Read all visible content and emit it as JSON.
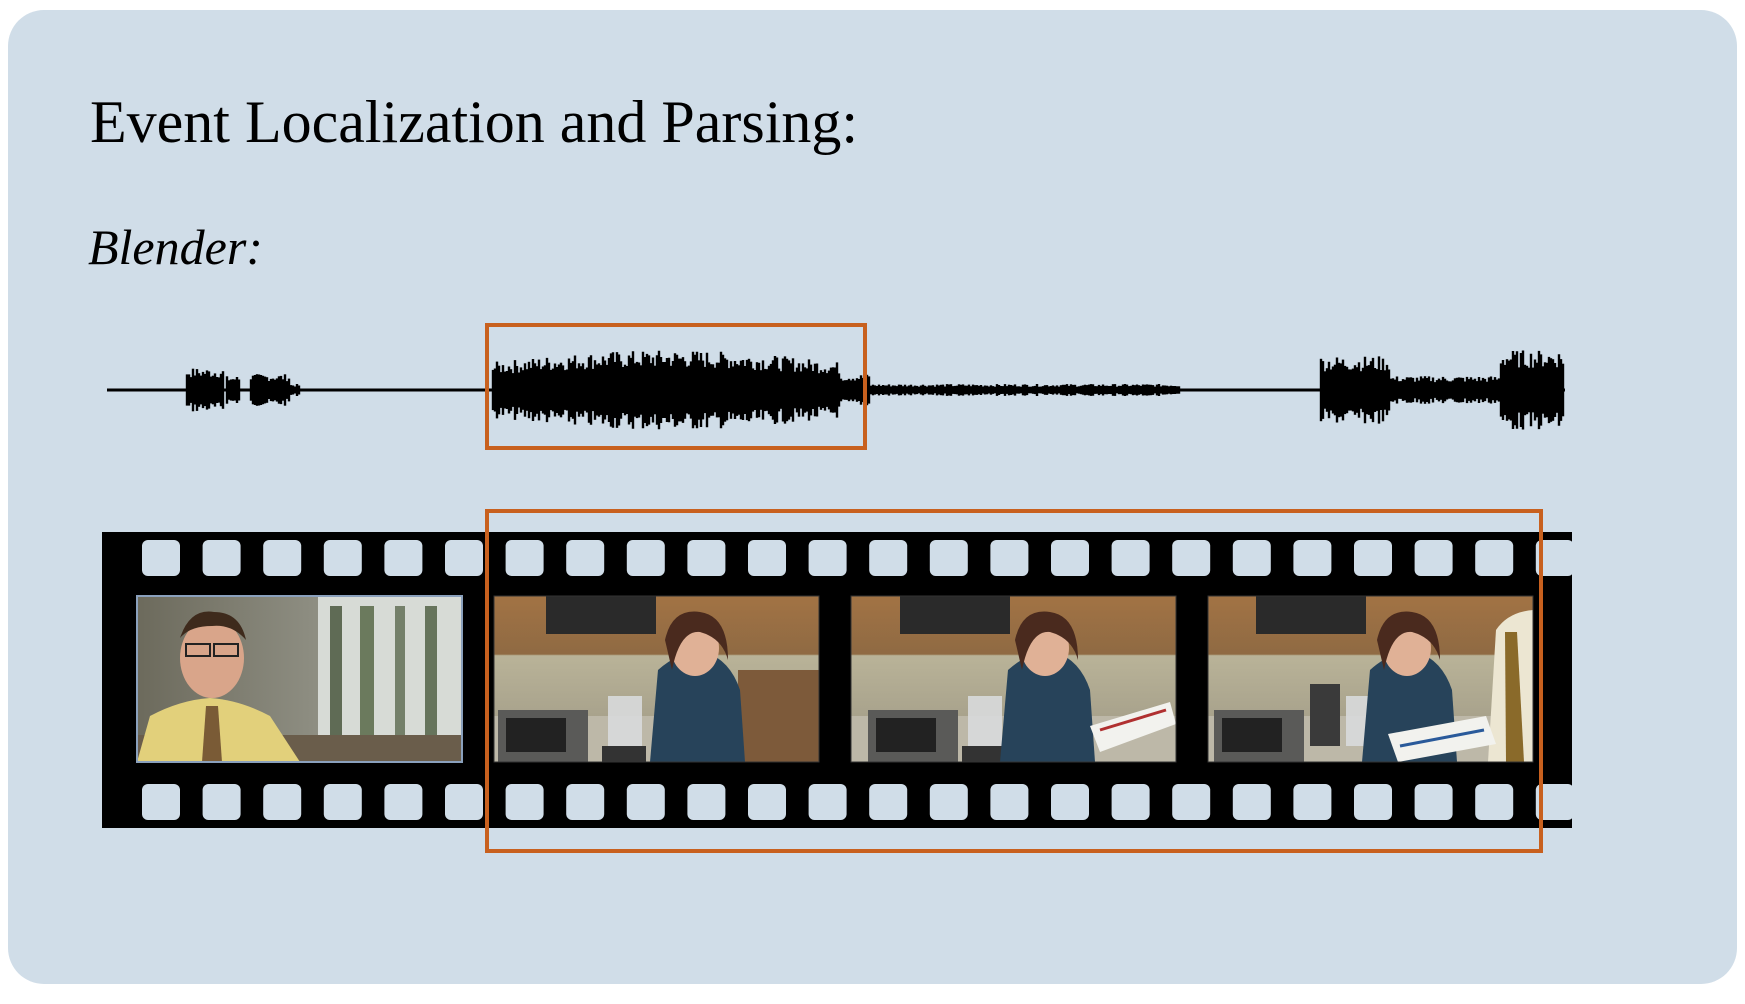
{
  "title": "Event Localization and Parsing:",
  "subtitle": "Blender:",
  "colors": {
    "panel_background": "#d0dde8",
    "highlight": "#c8601e",
    "film": "#000000"
  },
  "frames": [
    {
      "scene": "man in office wearing yellow shirt and tie"
    },
    {
      "scene": "woman using blender in kitchen"
    },
    {
      "scene": "woman holding blender lid in kitchen"
    },
    {
      "scene": "woman with blender, man holding pizza box"
    }
  ]
}
